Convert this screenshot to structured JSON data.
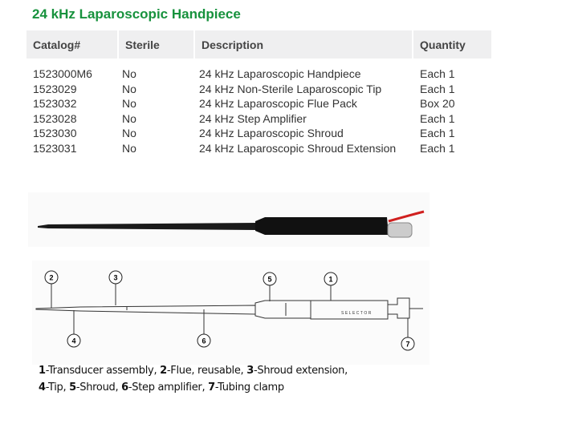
{
  "title": "24 kHz Laparoscopic Handpiece",
  "table": {
    "headers": [
      "Catalog#",
      "Sterile",
      "Description",
      "Quantity"
    ],
    "rows": [
      [
        "1523000M6",
        "No",
        "24 kHz Laparoscopic Handpiece",
        "Each 1"
      ],
      [
        "1523029",
        "No",
        "24 kHz Non-Sterile Laparoscopic Tip",
        "Each 1"
      ],
      [
        "1523032",
        "No",
        "24 kHz Laparoscopic Flue Pack",
        "Box 20"
      ],
      [
        "1523028",
        "No",
        "24 kHz Step Amplifier",
        "Each 1"
      ],
      [
        "1523030",
        "No",
        "24 kHz Laparoscopic Shroud",
        "Each 1"
      ],
      [
        "1523031",
        "No",
        "24 kHz Laparoscopic Shroud Extension",
        "Each 1"
      ]
    ]
  },
  "diagram": {
    "callouts": [
      "1",
      "2",
      "3",
      "4",
      "5",
      "6",
      "7"
    ],
    "brand_text": "SELECTOR",
    "legend": [
      {
        "num": "1",
        "label": "-Transducer assembly, "
      },
      {
        "num": "2",
        "label": "-Flue, reusable, "
      },
      {
        "num": "3",
        "label": "-Shroud extension,"
      },
      {
        "num": "4",
        "label": "-Tip, "
      },
      {
        "num": "5",
        "label": "-Shroud, "
      },
      {
        "num": "6",
        "label": "-Step amplifier, "
      },
      {
        "num": "7",
        "label": "-Tubing clamp"
      }
    ]
  },
  "colors": {
    "title": "#17923d",
    "header_bg": "#efeff0"
  }
}
